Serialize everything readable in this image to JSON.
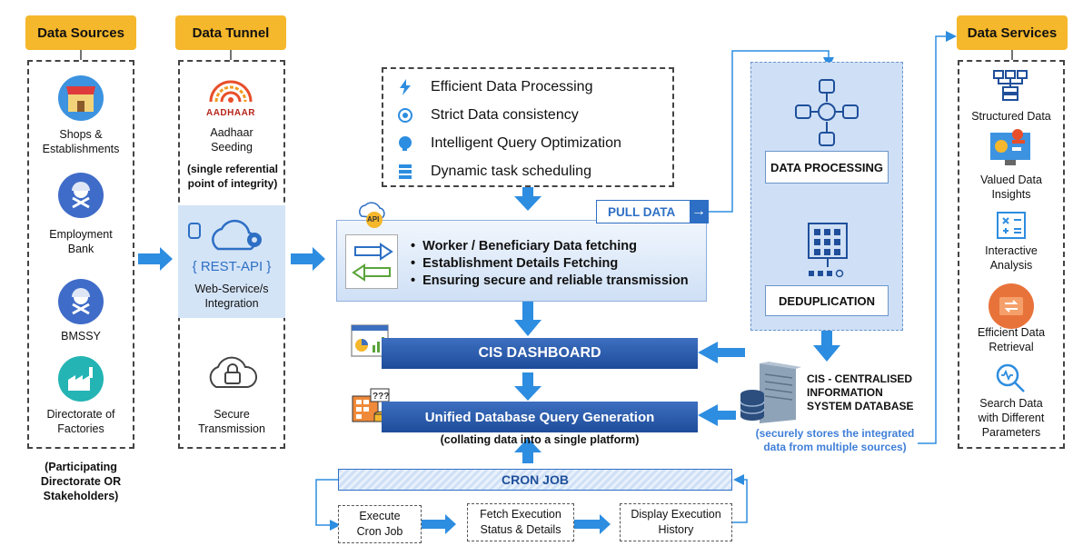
{
  "headers": {
    "data_sources": "Data Sources",
    "data_tunnel": "Data Tunnel",
    "data_services": "Data Services"
  },
  "sources": [
    {
      "label": "Shops &\nEstablishments",
      "icon": "shop-icon"
    },
    {
      "label": "Employment\nBank",
      "icon": "worker-icon"
    },
    {
      "label": "BMSSY",
      "icon": "worker-icon"
    },
    {
      "label": "Directorate of\nFactories",
      "icon": "factory-icon"
    }
  ],
  "sources_footer": "(Participating\nDirectorate OR\nStakeholders)",
  "tunnel": {
    "aadhaar_logo": "AADHAAR",
    "aadhaar_label": "Aadhaar\nSeeding",
    "aadhaar_note": "(single referential\npoint of integrity)",
    "rest_api": "{ REST-API }",
    "web_service": "Web-Service/s\nIntegration",
    "secure": "Secure\nTransmission"
  },
  "features": [
    {
      "label": "Efficient Data Processing",
      "icon": "bolt-icon"
    },
    {
      "label": "Strict Data consistency",
      "icon": "target-icon"
    },
    {
      "label": "Intelligent Query Optimization",
      "icon": "brain-icon"
    },
    {
      "label": "Dynamic task scheduling",
      "icon": "server-icon"
    }
  ],
  "api_box": {
    "badge": "API",
    "bullets": [
      "Worker / Beneficiary Data fetching",
      "Establishment Details Fetching",
      "Ensuring secure and reliable transmission"
    ]
  },
  "pull_data": "PULL DATA",
  "processing": {
    "data_processing": "DATA PROCESSING",
    "deduplication": "DEDUPLICATION"
  },
  "cis_dashboard": "CIS DASHBOARD",
  "unified": {
    "title": "Unified Database Query Generation",
    "subtitle": "(collating data into a single platform)"
  },
  "cis_db": {
    "title": "CIS - CENTRALISED\nINFORMATION\nSYSTEM DATABASE",
    "note": "(securely stores the integrated\ndata from multiple sources)"
  },
  "cron": {
    "title": "CRON JOB",
    "steps": [
      "Execute\nCron Job",
      "Fetch Execution\nStatus & Details",
      "Display Execution\nHistory"
    ]
  },
  "services": [
    {
      "label": "Structured Data",
      "icon": "structure-icon"
    },
    {
      "label": "Valued Data\nInsights",
      "icon": "insights-icon"
    },
    {
      "label": "Interactive\nAnalysis",
      "icon": "analysis-icon"
    },
    {
      "label": "Efficient Data\nRetrieval",
      "icon": "retrieval-icon"
    },
    {
      "label": "Search Data\nwith Different\nParameters",
      "icon": "search-icon"
    }
  ],
  "colors": {
    "header": "#f5b72b",
    "arrow": "#2d8de0",
    "bar": "#2a5aa8",
    "accent_blue": "#3f7fd8"
  }
}
